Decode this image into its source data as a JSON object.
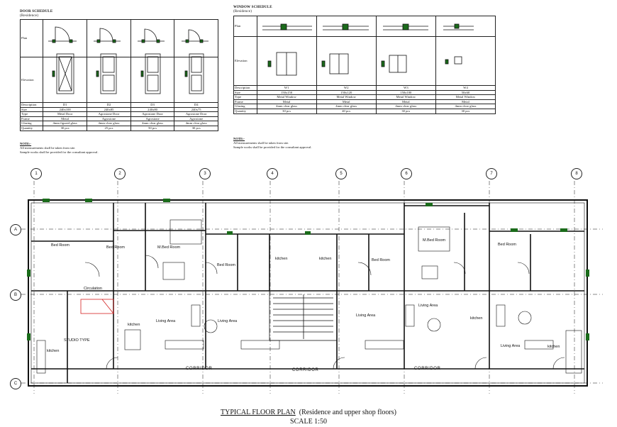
{
  "door_schedule": {
    "title": "DOOR SCHEDULE",
    "subtitle": "(Residence)",
    "row_labels": [
      "Plan",
      "Elevation",
      "Description",
      "Size",
      "Type",
      "Frame",
      "Glazing",
      "Quantity"
    ],
    "columns": [
      {
        "description": "D1",
        "size": "240x100",
        "type": "Metal Door",
        "frame": "Metal",
        "glazing": "4mm figured glass",
        "quantity": "30 pcs"
      },
      {
        "description": "D2",
        "size": "240x85",
        "type": "Agrostone Door",
        "frame": "Agrostone",
        "glazing": "4mm clear glass",
        "quantity": "25 pcs"
      },
      {
        "description": "D3",
        "size": "240x80",
        "type": "Agrostone Door",
        "frame": "Agrostone",
        "glazing": "4mm clear glass",
        "quantity": "50 pcs"
      },
      {
        "description": "D4",
        "size": "240x75",
        "type": "Agrostone Door",
        "frame": "Agrostone",
        "glazing": "4mm clear glass",
        "quantity": "30 pcs"
      }
    ],
    "note_title": "NOTE:-",
    "note_lines": [
      "All measurements shall be taken from site.",
      "Sample works shall be provided for the consultant approval."
    ]
  },
  "window_schedule": {
    "title": "WINDOW SCHEDULE",
    "subtitle": "(Residence)",
    "row_labels": [
      "Plan",
      "Elevation",
      "Description",
      "Size",
      "Type",
      "Frame",
      "Glazing",
      "Quantity"
    ],
    "columns": [
      {
        "description": "W1",
        "size": "150x150",
        "type": "Metal Window",
        "frame": "Metal",
        "glazing": "4mm clear glass",
        "quantity": "30 pcs"
      },
      {
        "description": "W2",
        "size": "150x120",
        "type": "Metal Window",
        "frame": "Metal",
        "glazing": "4mm clear glass",
        "quantity": "40 pcs"
      },
      {
        "description": "W3",
        "size": "150x100",
        "type": "Metal Window",
        "frame": "Metal",
        "glazing": "4mm clear glass",
        "quantity": "30 pcs"
      },
      {
        "description": "W4",
        "size": "50x60",
        "type": "Metal Window",
        "frame": "Metal",
        "glazing": "4mm clear glass",
        "quantity": "30 pcs"
      }
    ],
    "note_title": "NOTE:-",
    "note_lines": [
      "All measurements shall be taken from site.",
      "Sample works shall be provided for the consultant approval."
    ]
  },
  "grid_columns": [
    "1",
    "2",
    "3",
    "4",
    "5",
    "6",
    "7",
    "8"
  ],
  "grid_rows": [
    "A",
    "B",
    "C"
  ],
  "rooms": [
    "Bed Room",
    "Bed Room",
    "M.Bed Room",
    "Bed Room",
    "kitchen",
    "kitchen",
    "Bed Room",
    "M.Bed Room",
    "Bed Room",
    "Circulation",
    "kitchen",
    "Living Area",
    "Living Area",
    "Living Area",
    "Living Area",
    "Living Area",
    "kitchen",
    "kitchen",
    "STUDIO TYPE",
    "kitchen"
  ],
  "corridor_label": "CORRIDOR",
  "plan_title": "TYPICAL  FLOOR PLAN",
  "plan_subtitle": "(Residence and upper shop floors)",
  "plan_scale": "SCALE  1:50",
  "colors": {
    "ink": "#111111",
    "fixture": "#1a6b1a",
    "highlight": "#d42020"
  }
}
